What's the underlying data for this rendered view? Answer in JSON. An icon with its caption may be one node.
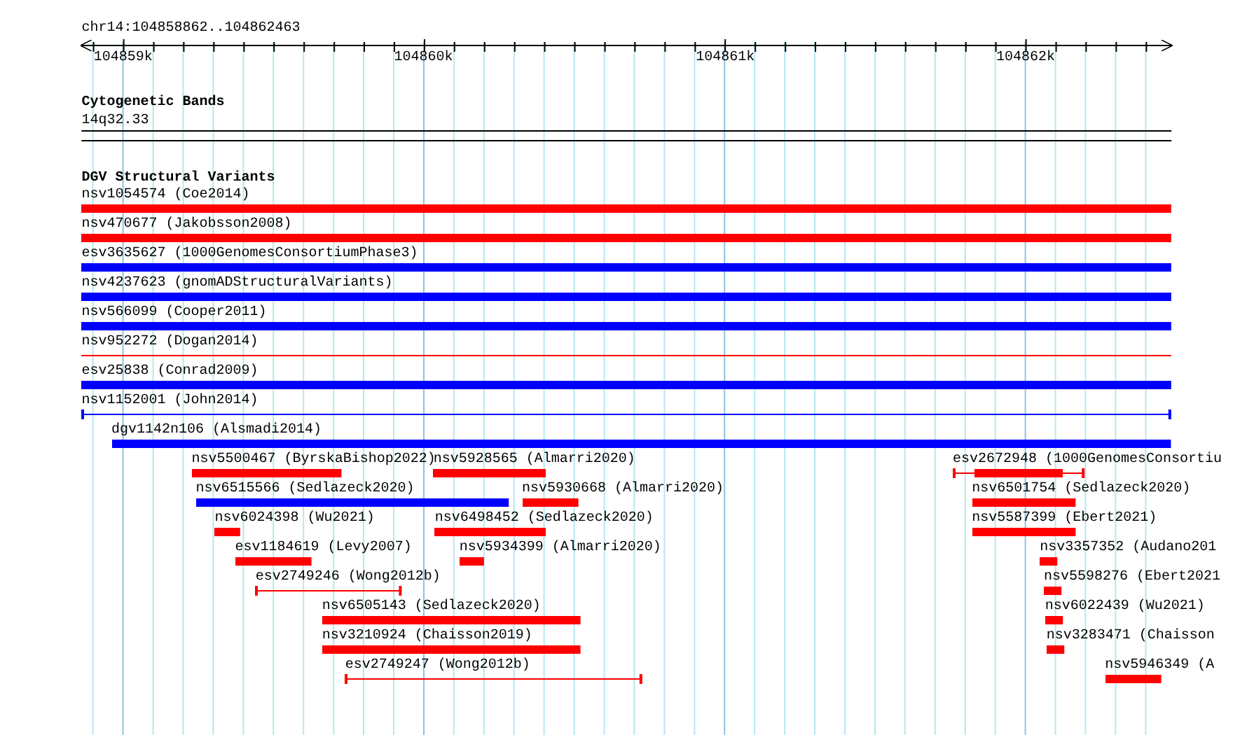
{
  "diagram": {
    "nodes": [
      {
        "text": [
          "nsv1054574 (Coe2014)"
        ]
      },
      {
        "text": [
          "nsv470677 (Jakobsson2008)"
        ]
      },
      {
        "text": [
          "esv3635627 (1000GenomesConsortiumPhase3)"
        ]
      },
      {
        "text": [
          "nsv4237623 (gnomADStructuralVariants)"
        ]
      },
      {
        "text": [
          "nsv566099 (Cooper2011)"
        ]
      },
      {
        "text": [
          "nsv952272 (Dogan2014)"
        ]
      },
      {
        "text": [
          "esv25838 (Conrad2009)"
        ]
      },
      {
        "text": [
          "nsv1152001 (John2014)"
        ]
      },
      {
        "text": [
          "dgv1142n106 (Alsmadi2014)"
        ]
      },
      {
        "text": [
          "nsv5500467 (ByrskaBishop2022)"
        ]
      },
      {
        "text": [
          "nsv5928565 (Almarri2020)"
        ]
      },
      {
        "text": [
          "esv2672948 (1000GenomesConsortiu"
        ]
      },
      {
        "text": [
          "nsv6515566 (Sedlazeck2020)"
        ]
      },
      {
        "text": [
          "nsv5930668 (Almarri2020)"
        ]
      },
      {
        "text": [
          "nsv6501754 (Sedlazeck2020)"
        ]
      },
      {
        "text": [
          "nsv6024398 (Wu2021)"
        ]
      },
      {
        "text": [
          "nsv6498452 (Sedlazeck2020)"
        ]
      },
      {
        "text": [
          "nsv5587399 (Ebert2021)"
        ]
      },
      {
        "text": [
          "esv1184619 (Levy2007)"
        ]
      },
      {
        "text": [
          "nsv5934399 (Almarri2020)"
        ]
      },
      {
        "text": [
          "nsv3357352 (Audano201"
        ]
      },
      {
        "text": [
          "esv2749246 (Wong2012b)"
        ]
      },
      {
        "text": [
          "nsv5598276 (Ebert2021"
        ]
      },
      {
        "text": [
          "nsv6505143 (Sedlazeck2020)"
        ]
      },
      {
        "text": [
          "nsv6022439 (Wu2021)"
        ]
      },
      {
        "text": [
          "nsv3210924 (Chaisson2019)"
        ]
      },
      {
        "text": [
          "nsv3283471 (Chaisson"
        ]
      },
      {
        "text": [
          "esv2749247 (Wong2012b)"
        ]
      },
      {
        "text": [
          "nsv5946349 (A"
        ]
      }
    ],
    "labels": [
      "chr14:104858862..104862463",
      "104859k",
      "104860k",
      "104861k",
      "104862k",
      "Cytogenetic Bands",
      "14q32.33",
      "DGV Structural Variants"
    ]
  }
}
